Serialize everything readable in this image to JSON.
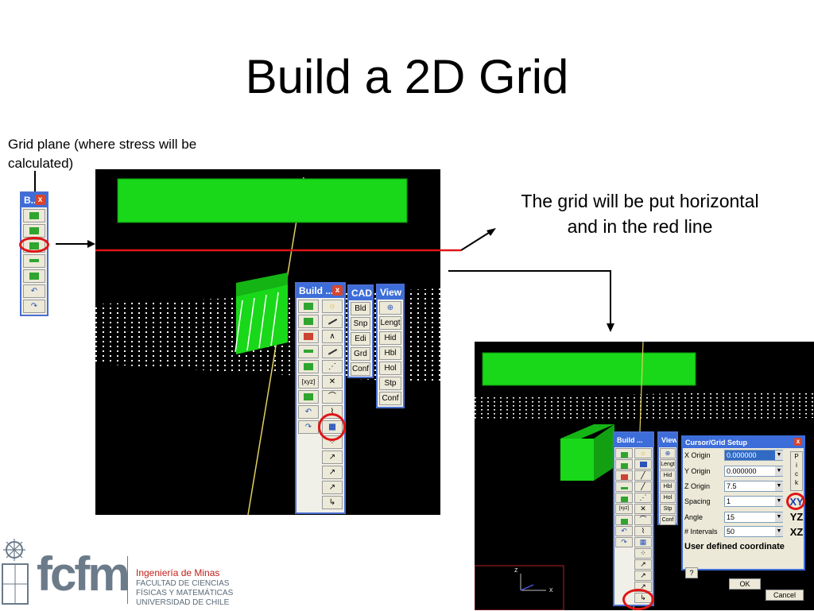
{
  "slide": {
    "title": "Build a 2D Grid",
    "left_note_line1": "Grid plane (where stress will be",
    "left_note_line2": "calculated)",
    "right_note_line1": "The grid will be put horizontal",
    "right_note_line2": "and in the red line"
  },
  "colors": {
    "accent_red": "#e01515",
    "grid_green": "#19d819",
    "toolbar_blue": "#3d6dd9"
  },
  "small_toolbar": {
    "title": "B..",
    "close": "x"
  },
  "build_toolbar": {
    "title": "Build ...",
    "close": "x",
    "xyz_label": "[xyz]"
  },
  "cad_toolbar": {
    "title": "CAD",
    "items": [
      "Bld",
      "Snp",
      "Edi",
      "Grd",
      "Conf"
    ]
  },
  "view_toolbar": {
    "title": "View",
    "items": [
      "Lengt",
      "Hid",
      "Hbl",
      "Hol",
      "Stp",
      "Conf"
    ]
  },
  "toolbar2": {
    "build_title": "Build ...",
    "view_title": "View",
    "view_items": [
      "Lengt",
      "Hid",
      "Hbl",
      "Hol",
      "Stp",
      "Conf"
    ]
  },
  "dialog": {
    "title": "Cursor/Grid Setup",
    "close": "x",
    "fields": [
      {
        "label": "X Origin",
        "value": "0.000000"
      },
      {
        "label": "Y Origin",
        "value": "0.000000"
      },
      {
        "label": "Z Origin",
        "value": "7.5"
      },
      {
        "label": "Spacing",
        "value": "1"
      },
      {
        "label": "Angle",
        "value": "15"
      },
      {
        "label": "# Intervals",
        "value": "50"
      }
    ],
    "pick_letters": [
      "P",
      "i",
      "c",
      "k"
    ],
    "plane_xy": "XY",
    "plane_yz": "YZ",
    "plane_xz": "XZ",
    "user_defined": "User defined coordinate",
    "help": "?",
    "ok": "OK",
    "cancel": "Cancel"
  },
  "axes": {
    "z": "z",
    "x": "x"
  },
  "logo": {
    "brand": "fcfm",
    "dept": "Ingeniería de Minas",
    "line1": "FACULTAD DE CIENCIAS",
    "line2": "FÍSICAS Y MATEMÁTICAS",
    "line3": "UNIVERSIDAD DE CHILE"
  }
}
